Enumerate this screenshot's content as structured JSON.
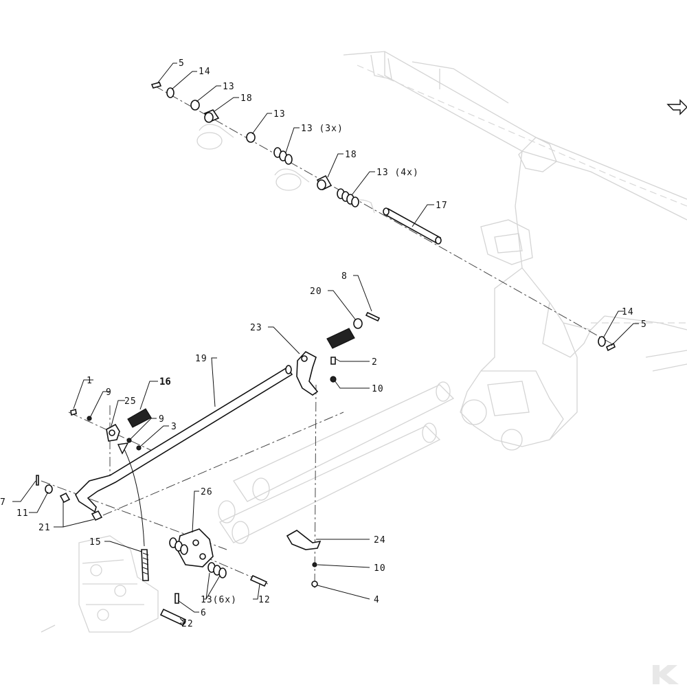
{
  "diagram": {
    "callouts": [
      {
        "id": "c-5-top",
        "label": "5"
      },
      {
        "id": "c-14-top",
        "label": "14"
      },
      {
        "id": "c-13-a",
        "label": "13"
      },
      {
        "id": "c-18-a",
        "label": "18"
      },
      {
        "id": "c-13-b",
        "label": "13"
      },
      {
        "id": "c-13-3x",
        "label": "13 (3x)"
      },
      {
        "id": "c-18-b",
        "label": "18"
      },
      {
        "id": "c-13-4x",
        "label": "13 (4x)"
      },
      {
        "id": "c-17",
        "label": "17"
      },
      {
        "id": "c-8",
        "label": "8"
      },
      {
        "id": "c-20",
        "label": "20"
      },
      {
        "id": "c-23",
        "label": "23"
      },
      {
        "id": "c-14-right",
        "label": "14"
      },
      {
        "id": "c-5-right",
        "label": "5"
      },
      {
        "id": "c-2",
        "label": "2"
      },
      {
        "id": "c-10-a",
        "label": "10"
      },
      {
        "id": "c-19",
        "label": "19"
      },
      {
        "id": "c-1",
        "label": "1"
      },
      {
        "id": "c-9-a",
        "label": "9"
      },
      {
        "id": "c-25",
        "label": "25"
      },
      {
        "id": "c-16",
        "label": "16"
      },
      {
        "id": "c-9-b",
        "label": "9"
      },
      {
        "id": "c-3",
        "label": "3"
      },
      {
        "id": "c-7",
        "label": "7"
      },
      {
        "id": "c-11",
        "label": "11"
      },
      {
        "id": "c-21",
        "label": "21"
      },
      {
        "id": "c-26",
        "label": "26"
      },
      {
        "id": "c-15",
        "label": "15"
      },
      {
        "id": "c-24",
        "label": "24"
      },
      {
        "id": "c-10-b",
        "label": "10"
      },
      {
        "id": "c-4",
        "label": "4"
      },
      {
        "id": "c-12",
        "label": "12"
      },
      {
        "id": "c-13-6x",
        "label": "13(6x)"
      },
      {
        "id": "c-6",
        "label": "6"
      },
      {
        "id": "c-22",
        "label": "22"
      }
    ]
  }
}
